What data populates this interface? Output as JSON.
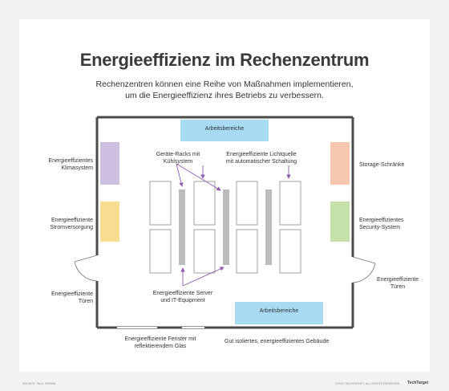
{
  "title": "Energieeffizienz im Rechenzentrum",
  "subtitle_lines": [
    "Rechenzentren können eine Reihe von Maßnahmen implementieren,",
    "um die Energieeffizienz ihres Betriebs zu verbessern."
  ],
  "zones": {
    "top": "Arbeitsbereiche",
    "bottom": "Arbeitsbereiche"
  },
  "labels": {
    "klima": [
      "Energieeffizientes",
      "Klimasystem"
    ],
    "strom": [
      "Energieeffiziente",
      "Stromversorgung"
    ],
    "tueren_left": [
      "Energieeffiziente",
      "Türen"
    ],
    "tueren_right": [
      "Energieeffiziente",
      "Türen"
    ],
    "storage": "Storage-Schränke",
    "security": [
      "Energieeffizientes",
      "Security-System"
    ],
    "racks": [
      "Geräte-Racks mit",
      "Kühlsystem"
    ],
    "licht": [
      "Energieeffiziente Lichtquelle",
      "mit automatischer Schaltung"
    ],
    "server": [
      "Energieeffiziente Server",
      "und IT-Equipment"
    ],
    "fenster": [
      "Energieeffiziente Fenster mit",
      "reflektierendem Glas"
    ],
    "gebaeude": "Gut isoliertes, energieeffizientes Gebäude"
  },
  "footer": {
    "source": "SOURCE: PAUL KIRVAN",
    "copyright": "©2022 TECHTARGET. ALL RIGHTS RESERVED.",
    "brand": "TechTarget"
  },
  "colors": {
    "klima": "#cdbfe0",
    "strom": "#f9dc8f",
    "storage": "#f7c6ae",
    "security": "#c5e0a8",
    "zone": "#a8daf4",
    "arrow": "#8f5bb1",
    "wall": "#4a4a4a",
    "pillar": "#bcbcbc"
  }
}
